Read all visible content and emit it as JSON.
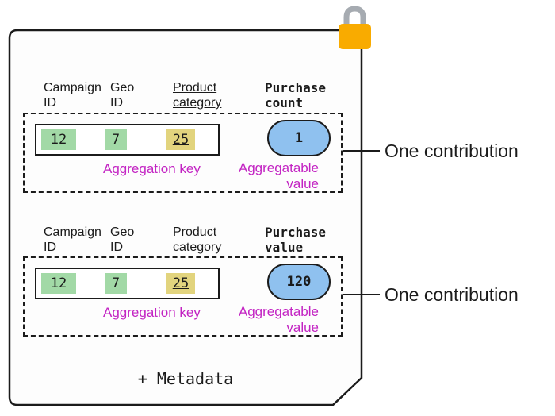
{
  "lock": {
    "icon": "lock-icon"
  },
  "labels": {
    "metadata": "+ Metadata"
  },
  "sections": [
    {
      "columns": [
        {
          "line1": "Campaign",
          "line2": "ID"
        },
        {
          "line1": "Geo",
          "line2": "ID"
        },
        {
          "line1": "Product",
          "line2": "category"
        },
        {
          "line1": "Purchase",
          "line2": "count"
        }
      ],
      "key_cells": [
        "12",
        "7",
        "25"
      ],
      "aggregation_key_label": "Aggregation key",
      "aggregatable_value": "1",
      "aggregatable_value_label_line1": "Aggregatable",
      "aggregatable_value_label_line2": "value",
      "contribution_label": "One contribution"
    },
    {
      "columns": [
        {
          "line1": "Campaign",
          "line2": "ID"
        },
        {
          "line1": "Geo",
          "line2": "ID"
        },
        {
          "line1": "Product",
          "line2": "category"
        },
        {
          "line1": "Purchase",
          "line2": "value"
        }
      ],
      "key_cells": [
        "12",
        "7",
        "25"
      ],
      "aggregation_key_label": "Aggregation key",
      "aggregatable_value": "120",
      "aggregatable_value_label_line1": "Aggregatable",
      "aggregatable_value_label_line2": "value",
      "contribution_label": "One contribution"
    }
  ],
  "colors": {
    "key_cell_green": "#A2D9A6",
    "key_cell_yellow": "#E2D47E",
    "value_pill_blue": "#8FC1EF",
    "annotation_magenta": "#C324C3",
    "lock_body_orange": "#F9AB00",
    "lock_shackle_gray": "#A6ABB1",
    "outline_black": "#1B1B1B"
  }
}
